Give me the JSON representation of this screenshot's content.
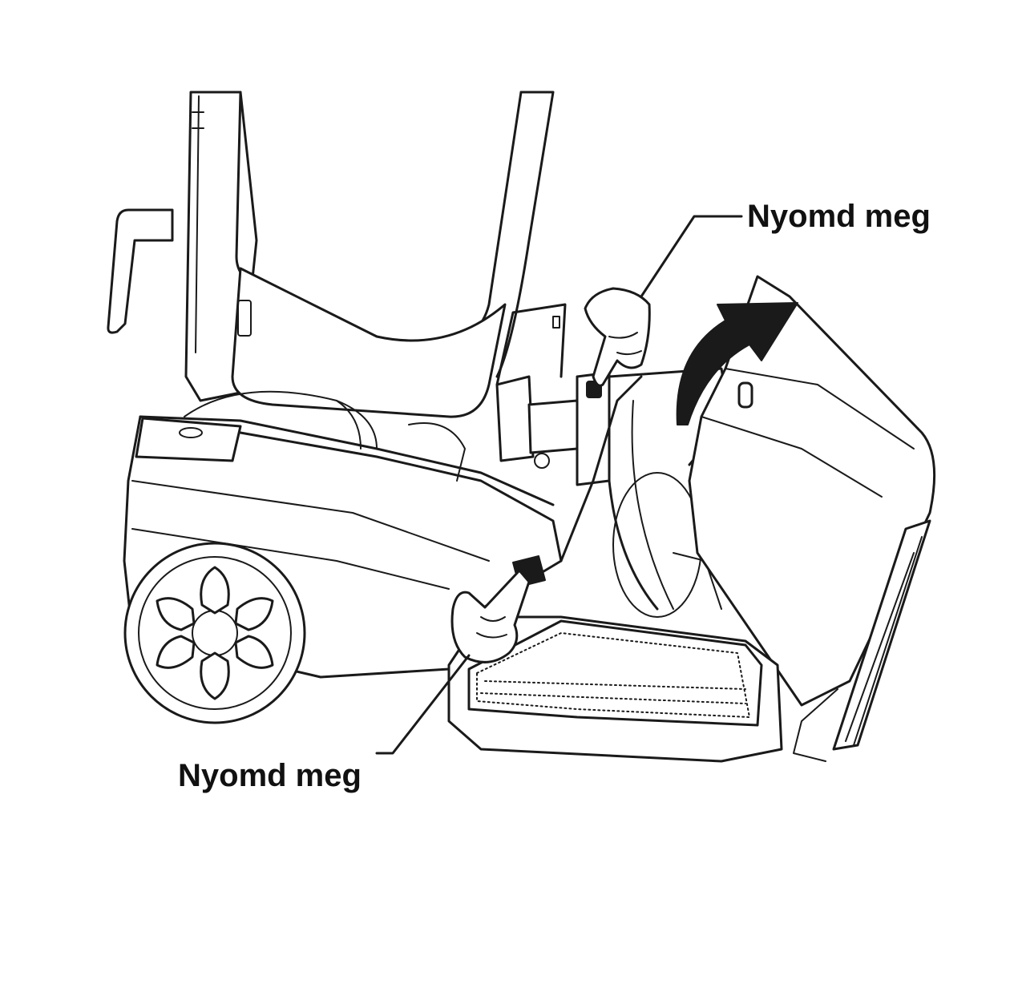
{
  "diagram": {
    "callouts": [
      {
        "id": "press-top",
        "label": "Nyomd meg",
        "target": "brush-cover-release-latch"
      },
      {
        "id": "press-bottom",
        "label": "Nyomd meg",
        "target": "base-release-button"
      }
    ],
    "arrow": {
      "meaning": "lift brush cover",
      "icon": "curved-arrow-up"
    },
    "colors": {
      "line": "#1a1a1a",
      "background": "#ffffff"
    }
  }
}
